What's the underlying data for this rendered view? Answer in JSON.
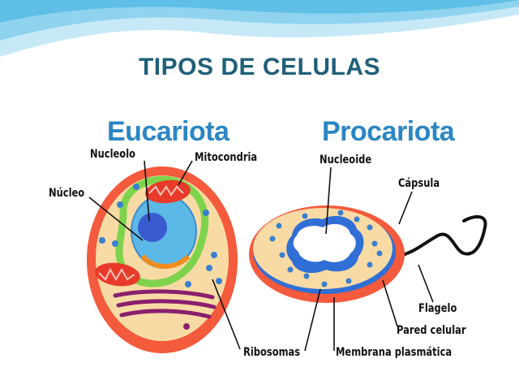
{
  "title": "TIPOS DE CELULAS",
  "eukaryote": {
    "title": "Eucariota",
    "labels": {
      "nucleolo": "Nucleolo",
      "mitocondria": "Mitocondria",
      "nucleo": "Núcleo"
    }
  },
  "prokaryote": {
    "title": "Procariota",
    "labels": {
      "nucleoide": "Nucleoide",
      "capsula": "Cápsula",
      "flagelo": "Flagelo",
      "pared": "Pared celular",
      "membrana": "Membrana plasmática"
    }
  },
  "shared_labels": {
    "ribosomas": "Ribosomas"
  },
  "colors": {
    "title": "#1f5f7a",
    "cell_title": "#2b86c4",
    "wave": "#6fc3e6",
    "cell_wall": "#f2563a",
    "cytoplasm": "#f7d9a0",
    "nucleus": "#5cb8e6",
    "nucleolus": "#3a5bd0",
    "er": "#7fd34c",
    "golgi": "#8a1f6e",
    "ribosome": "#3a7fd0",
    "capsule_ring": "#2f6fd6"
  }
}
